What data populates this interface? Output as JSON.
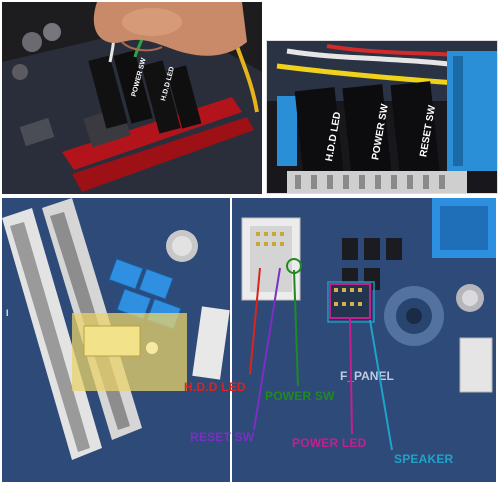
{
  "top_right_photo": {
    "connectors": [
      "H.D.D LED",
      "POWER SW",
      "RESET SW"
    ]
  },
  "top_left_photo": {
    "connectors": [
      "POWER SW",
      "H.D.D LED"
    ]
  },
  "bottom_right_photo": {
    "board_text": "F_PANEL"
  },
  "annotations": [
    {
      "id": "hdd-led",
      "text": "H.D.D LED",
      "color": "#d9251d"
    },
    {
      "id": "power-sw",
      "text": "POWER SW",
      "color": "#1f8a1f"
    },
    {
      "id": "reset-sw",
      "text": "RESET SW",
      "color": "#7b2fc2"
    },
    {
      "id": "power-led",
      "text": "POWER LED",
      "color": "#c21f8f"
    },
    {
      "id": "speaker",
      "text": "SPEAKER",
      "color": "#1fa3c9"
    }
  ]
}
